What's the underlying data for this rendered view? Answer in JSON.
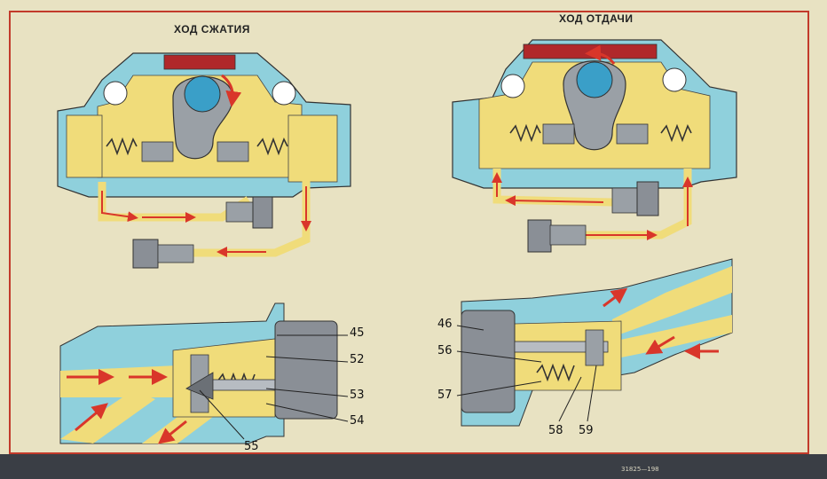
{
  "titles": {
    "compression": "ХОД СЖАТИЯ",
    "rebound": "ХОД ОТДАЧИ"
  },
  "callouts": {
    "c45": "45",
    "c52": "52",
    "c53": "53",
    "c54": "54",
    "c55": "55",
    "c46": "46",
    "c56": "56",
    "c57": "57",
    "c58": "58",
    "c59": "59"
  },
  "footer": {
    "print_info": "31825—198"
  },
  "colors": {
    "paper": "#e8e2c2",
    "frame": "#c23a2a",
    "body": "#8fd0dc",
    "oil": "#f0dc7a",
    "arrow": "#d9362a",
    "metal": "#9aa0a6",
    "cap": "#b0282a"
  }
}
